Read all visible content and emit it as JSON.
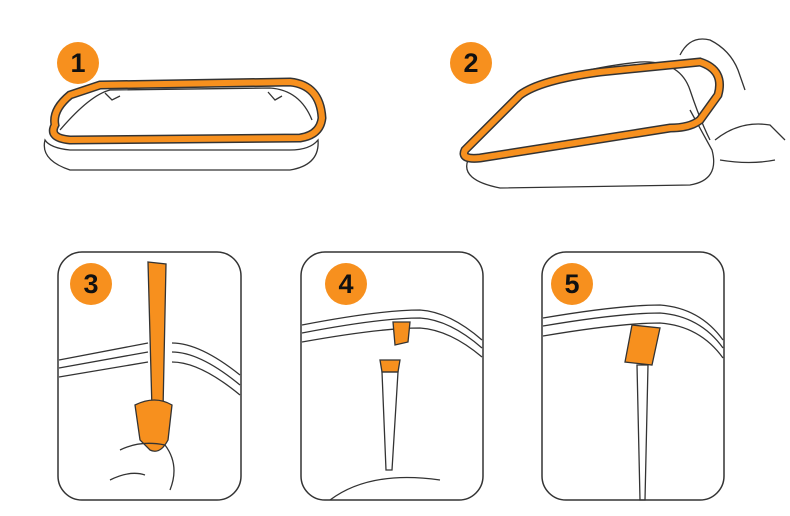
{
  "colors": {
    "accent": "#F7901E",
    "line": "#333333"
  },
  "steps": [
    {
      "number": "1"
    },
    {
      "number": "2"
    },
    {
      "number": "3"
    },
    {
      "number": "4"
    },
    {
      "number": "5"
    }
  ]
}
